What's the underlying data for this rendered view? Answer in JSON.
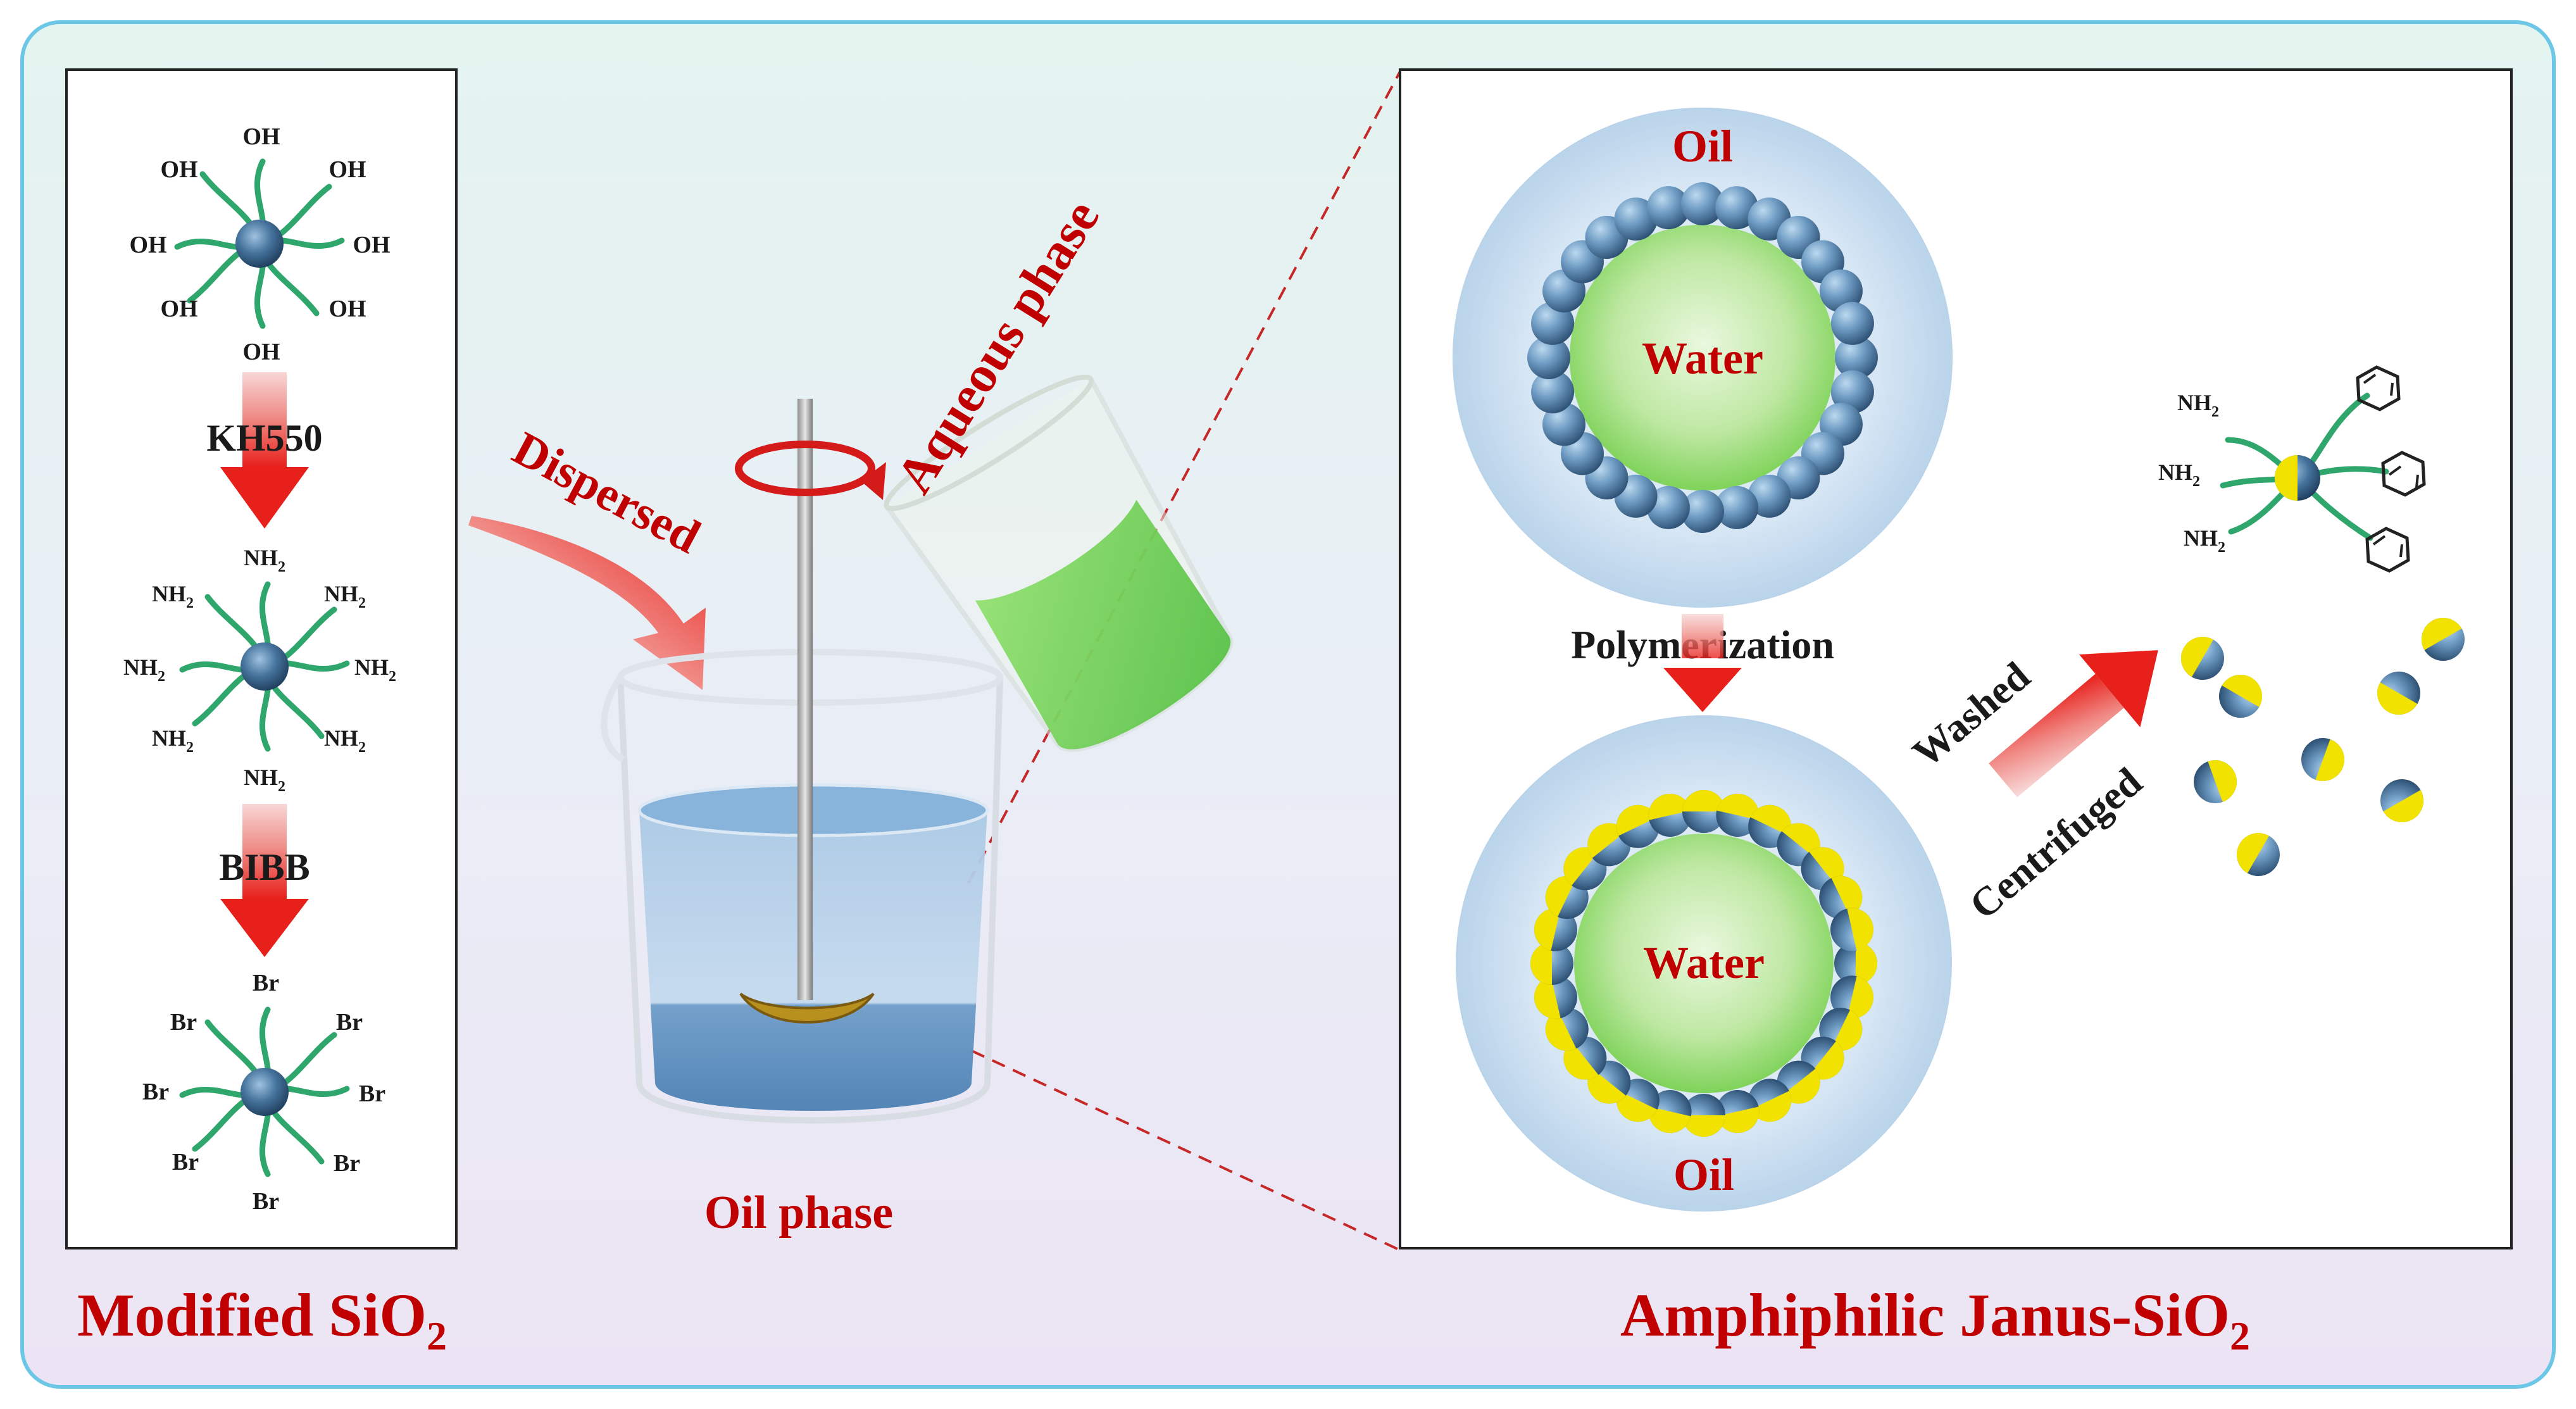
{
  "left_panel": {
    "top_groups": [
      "OH",
      "OH",
      "OH",
      "OH",
      "OH",
      "OH",
      "OH",
      "OH"
    ],
    "step1_label": "KH550",
    "mid_groups": [
      "NH",
      "NH",
      "NH",
      "NH",
      "NH",
      "NH",
      "NH",
      "NH"
    ],
    "mid_subscript": "2",
    "step2_label": "BIBB",
    "bottom_groups": [
      "Br",
      "Br",
      "Br",
      "Br",
      "Br",
      "Br",
      "Br",
      "Br"
    ],
    "caption_main": "Modified SiO",
    "caption_sub": "2"
  },
  "middle": {
    "dispersed_label": "Dispersed",
    "aqueous_label": "Aqueous phase",
    "oil_phase_label": "Oil phase"
  },
  "right_panel": {
    "oil_top": "Oil",
    "water_top": "Water",
    "polymerization_label": "Polymerization",
    "water_bottom": "Water",
    "oil_bottom": "Oil",
    "washed_label": "Washed",
    "centrifuged_label": "Centrifuged",
    "janus_groups": [
      "NH",
      "NH",
      "NH"
    ],
    "janus_subscript": "2",
    "caption_main": "Amphiphilic Janus-SiO",
    "caption_sub": "2"
  },
  "colors": {
    "title_red": "#c00000",
    "arrow_red": "#e8201c",
    "chain_green": "#2fa66b",
    "water_green": "#7fd35a",
    "particle_blue": "#4f7fa6",
    "janus_yellow": "#f2e200",
    "oil_blue": "#5b8fc0"
  }
}
